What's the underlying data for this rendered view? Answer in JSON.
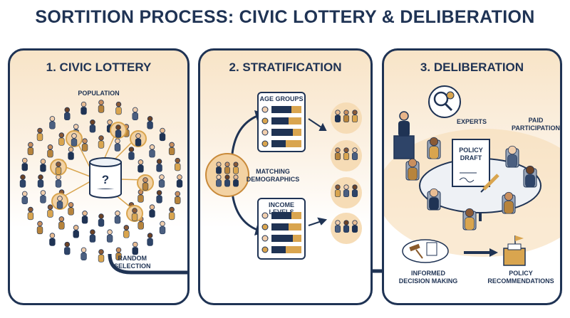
{
  "title": "SORTITION PROCESS: CIVIC LOTTERY & DELIBERATION",
  "panels": [
    {
      "heading": "1. CIVIC LOTTERY",
      "population_label": "POPULATION",
      "lottery_symbol": "?",
      "selection_label": [
        "RANDOM",
        "SELECTION"
      ]
    },
    {
      "heading": "2. STRATIFICATION",
      "age_card_title": "AGE GROUPS",
      "income_card_title": "INCOME LEVELS",
      "matching_label": [
        "MATCHING",
        "DEMOGRAPHICS"
      ]
    },
    {
      "heading": "3. DELIBERATION",
      "experts_label": "EXPERTS",
      "paid_label": [
        "PAID",
        "PARTICIPATION"
      ],
      "policy_doc": [
        "POLICY",
        "DRAFT"
      ],
      "decision_label": [
        "INFORMED",
        "DECISION MAKING"
      ],
      "recommendations_label": [
        "POLICY",
        "RECOMMENDATIONS"
      ]
    }
  ],
  "colors": {
    "navy": "#1f3354",
    "gold": "#d9a54f",
    "peach": "#f6dcb6",
    "skin": "#c98f5e"
  },
  "icons": [
    "person-icon",
    "cylinder-icon",
    "magnifier-gear-icon",
    "gavel-icon",
    "ballot-box-icon",
    "pen-icon",
    "money-bag-icon",
    "coins-icon"
  ]
}
